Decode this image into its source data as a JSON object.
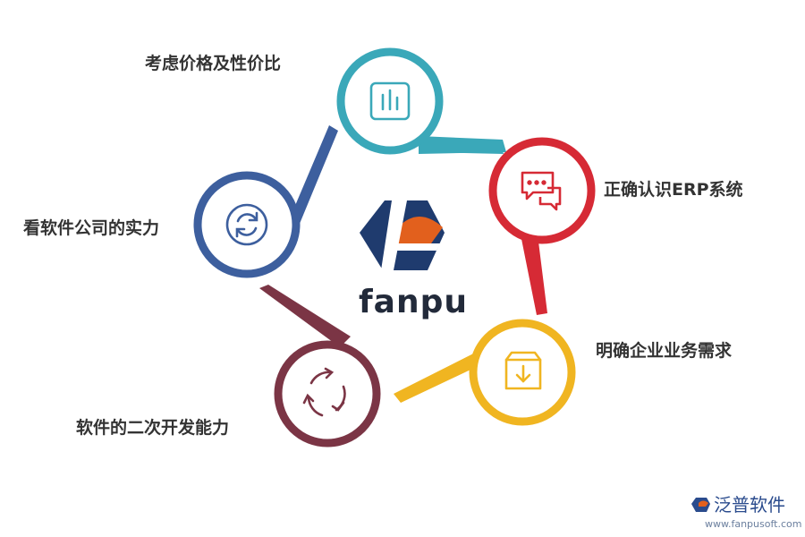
{
  "center": {
    "brand": "fanpu"
  },
  "nodes": [
    {
      "label": "考虑价格及性价比",
      "color": "#3aa8b9",
      "icon": "bar-chart-icon"
    },
    {
      "label": "正确认识ERP系统",
      "color": "#d62a35",
      "icon": "chat-bubbles-icon"
    },
    {
      "label": "明确企业业务需求",
      "color": "#f0b521",
      "icon": "download-box-icon"
    },
    {
      "label": "软件的二次开发能力",
      "color": "#7b3545",
      "icon": "cycle-arrows-icon"
    },
    {
      "label": "看软件公司的实力",
      "color": "#3d5f9e",
      "icon": "refresh-icon"
    }
  ],
  "watermark": {
    "name": "泛普软件",
    "url": "www.fanpusoft.com"
  },
  "colors": {
    "logo_navy": "#1f3b6e",
    "logo_orange": "#e2601d"
  }
}
